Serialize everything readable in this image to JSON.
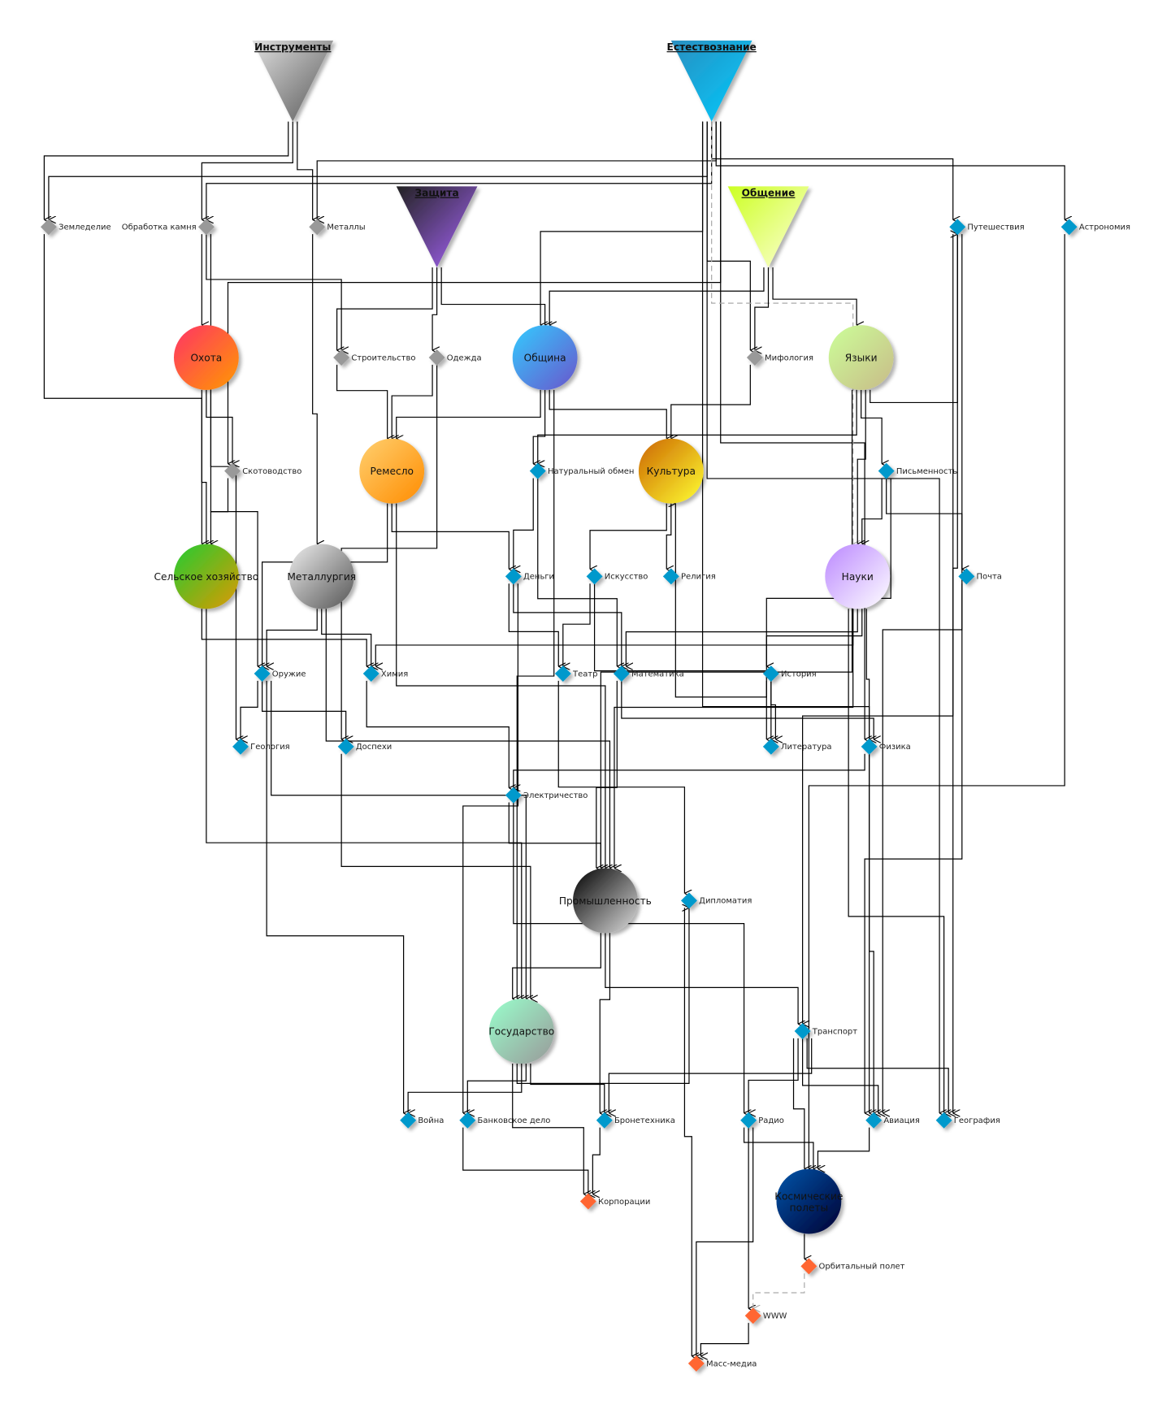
{
  "diagram": {
    "colors": {
      "diamond_gray": "#999999",
      "diamond_blue": "#0099cc",
      "diamond_orange": "#ff6633",
      "edge": "#000000",
      "dashed_edge": "#aaaaaa"
    },
    "nodes": [
      {
        "id": "instrumenty",
        "label": "Инструменты",
        "kind": "triangle",
        "colors": [
          "#e0e0e0",
          "#555555"
        ]
      },
      {
        "id": "estestvoznanie",
        "label": "Естествознание",
        "kind": "triangle",
        "colors": [
          "#2a8fc0",
          "#00ccff"
        ]
      },
      {
        "id": "zashchita",
        "label": "Защита",
        "kind": "triangle",
        "colors": [
          "#222222",
          "#aa66ff"
        ]
      },
      {
        "id": "obshchenie",
        "label": "Общение",
        "kind": "triangle",
        "colors": [
          "#ccff22",
          "#ffffdd"
        ]
      },
      {
        "id": "zemledelie",
        "label": "Земледелие",
        "kind": "diamond",
        "color": "gray"
      },
      {
        "id": "obrabotka",
        "label": "Обработка камня",
        "kind": "diamond",
        "color": "gray"
      },
      {
        "id": "metally",
        "label": "Металлы",
        "kind": "diamond",
        "color": "gray"
      },
      {
        "id": "puteshestviya",
        "label": "Путешествия",
        "kind": "diamond",
        "color": "blue"
      },
      {
        "id": "astronomiya",
        "label": "Астрономия",
        "kind": "diamond",
        "color": "blue"
      },
      {
        "id": "ohota",
        "label": "Охота",
        "kind": "circle",
        "colors": [
          "#ff3366",
          "#ff9900"
        ]
      },
      {
        "id": "stroitelstvo",
        "label": "Строительство",
        "kind": "diamond",
        "color": "gray"
      },
      {
        "id": "odezhda",
        "label": "Одежда",
        "kind": "diamond",
        "color": "gray"
      },
      {
        "id": "obshchina",
        "label": "Община",
        "kind": "circle",
        "colors": [
          "#33ccff",
          "#6a55cc"
        ]
      },
      {
        "id": "mifologiya",
        "label": "Мифология",
        "kind": "diamond",
        "color": "gray"
      },
      {
        "id": "yazyki",
        "label": "Языки",
        "kind": "circle",
        "colors": [
          "#ccff99",
          "#c8bb88"
        ]
      },
      {
        "id": "skotovodstvo",
        "label": "Скотоводство",
        "kind": "diamond",
        "color": "gray"
      },
      {
        "id": "remeslo",
        "label": "Ремесло",
        "kind": "circle",
        "colors": [
          "#ffd070",
          "#ff8c00"
        ]
      },
      {
        "id": "naturalny",
        "label": "Натуральный обмен",
        "kind": "diamond",
        "color": "blue"
      },
      {
        "id": "kultura",
        "label": "Культура",
        "kind": "circle",
        "colors": [
          "#cc6600",
          "#ffff33"
        ]
      },
      {
        "id": "pismennost",
        "label": "Письменность",
        "kind": "diamond",
        "color": "blue"
      },
      {
        "id": "selskoe",
        "label": "Сельское хозяйство",
        "kind": "circle",
        "colors": [
          "#22cc33",
          "#dd9900"
        ]
      },
      {
        "id": "metallurgiya",
        "label": "Металлургия",
        "kind": "circle",
        "colors": [
          "#eeeeee",
          "#555555"
        ]
      },
      {
        "id": "dengi",
        "label": "Деньги",
        "kind": "diamond",
        "color": "blue"
      },
      {
        "id": "iskusstvo",
        "label": "Искусство",
        "kind": "diamond",
        "color": "blue"
      },
      {
        "id": "religiya",
        "label": "Религия",
        "kind": "diamond",
        "color": "blue"
      },
      {
        "id": "nauki",
        "label": "Науки",
        "kind": "circle",
        "colors": [
          "#bb88ff",
          "#ffffff"
        ]
      },
      {
        "id": "pochta",
        "label": "Почта",
        "kind": "diamond",
        "color": "blue"
      },
      {
        "id": "oruzhie",
        "label": "Оружие",
        "kind": "diamond",
        "color": "blue"
      },
      {
        "id": "himiya",
        "label": "Химия",
        "kind": "diamond",
        "color": "blue"
      },
      {
        "id": "teatr",
        "label": "Театр",
        "kind": "diamond",
        "color": "blue"
      },
      {
        "id": "matematika",
        "label": "Математика",
        "kind": "diamond",
        "color": "blue"
      },
      {
        "id": "istoriya",
        "label": "История",
        "kind": "diamond",
        "color": "blue"
      },
      {
        "id": "geologiya",
        "label": "Геология",
        "kind": "diamond",
        "color": "blue"
      },
      {
        "id": "dospehi",
        "label": "Доспехи",
        "kind": "diamond",
        "color": "blue"
      },
      {
        "id": "literatura",
        "label": "Литература",
        "kind": "diamond",
        "color": "blue"
      },
      {
        "id": "fizika",
        "label": "Физика",
        "kind": "diamond",
        "color": "blue"
      },
      {
        "id": "elektrichestvo",
        "label": "Электричество",
        "kind": "diamond",
        "color": "blue"
      },
      {
        "id": "promyshlennost",
        "label": "Промышленность",
        "kind": "circle",
        "colors": [
          "#000000",
          "#dddddd"
        ]
      },
      {
        "id": "diplomatiya",
        "label": "Дипломатия",
        "kind": "diamond",
        "color": "blue"
      },
      {
        "id": "gosudarstvo",
        "label": "Государство",
        "kind": "circle",
        "colors": [
          "#99ffcc",
          "#999999"
        ]
      },
      {
        "id": "transport",
        "label": "Транспорт",
        "kind": "diamond",
        "color": "blue"
      },
      {
        "id": "voyna",
        "label": "Война",
        "kind": "diamond",
        "color": "blue"
      },
      {
        "id": "bankovskoe",
        "label": "Банковское дело",
        "kind": "diamond",
        "color": "blue"
      },
      {
        "id": "bronetehnika",
        "label": "Бронетехника",
        "kind": "diamond",
        "color": "blue"
      },
      {
        "id": "radio",
        "label": "Радио",
        "kind": "diamond",
        "color": "blue"
      },
      {
        "id": "aviatsiya",
        "label": "Авиация",
        "kind": "diamond",
        "color": "blue"
      },
      {
        "id": "geografiya",
        "label": "География",
        "kind": "diamond",
        "color": "blue"
      },
      {
        "id": "korporatsii",
        "label": "Корпорации",
        "kind": "diamond",
        "color": "orange"
      },
      {
        "id": "kosmicheskie",
        "label": "Космические полеты",
        "kind": "circle",
        "colors": [
          "#0055aa",
          "#000033"
        ],
        "light_text": true
      },
      {
        "id": "orbitalny",
        "label": "Орбитальный полет",
        "kind": "diamond",
        "color": "orange"
      },
      {
        "id": "www",
        "label": "WWW",
        "kind": "diamond",
        "color": "orange"
      },
      {
        "id": "massmedia",
        "label": "Масс-медиа",
        "kind": "diamond",
        "color": "orange"
      }
    ],
    "edges": [
      [
        "instrumenty",
        "zemledelie"
      ],
      [
        "instrumenty",
        "obrabotka"
      ],
      [
        "instrumenty",
        "metally"
      ],
      [
        "estestvoznanie",
        "zemledelie"
      ],
      [
        "estestvoznanie",
        "obrabotka"
      ],
      [
        "estestvoznanie",
        "metally"
      ],
      [
        "estestvoznanie",
        "skotovodstvo"
      ],
      [
        "estestvoznanie",
        "obshchina"
      ],
      [
        "estestvoznanie",
        "mifologiya"
      ],
      [
        "estestvoznanie",
        "puteshestviya"
      ],
      [
        "estestvoznanie",
        "astronomiya"
      ],
      [
        "estestvoznanie",
        "fizika"
      ],
      [
        "estestvoznanie",
        "aviatsiya"
      ],
      [
        "estestvoznanie",
        "geografiya"
      ],
      [
        "estestvoznanie",
        "nauki",
        "dashed"
      ],
      [
        "zashchita",
        "stroitelstvo"
      ],
      [
        "zashchita",
        "odezhda"
      ],
      [
        "zashchita",
        "obshchina"
      ],
      [
        "obshchenie",
        "obshchina"
      ],
      [
        "obshchenie",
        "mifologiya"
      ],
      [
        "obshchenie",
        "yazyki"
      ],
      [
        "obrabotka",
        "ohota"
      ],
      [
        "obrabotka",
        "stroitelstvo"
      ],
      [
        "obrabotka",
        "geologiya"
      ],
      [
        "zemledelie",
        "selskoe"
      ],
      [
        "ohota",
        "selskoe"
      ],
      [
        "ohota",
        "skotovodstvo"
      ],
      [
        "ohota",
        "oruzhie"
      ],
      [
        "skotovodstvo",
        "selskoe"
      ],
      [
        "metally",
        "metallurgiya"
      ],
      [
        "stroitelstvo",
        "remeslo"
      ],
      [
        "odezhda",
        "remeslo"
      ],
      [
        "odezhda",
        "dospehi"
      ],
      [
        "obshchina",
        "remeslo"
      ],
      [
        "obshchina",
        "naturalny"
      ],
      [
        "obshchina",
        "kultura"
      ],
      [
        "obshchina",
        "gosudarstvo"
      ],
      [
        "mifologiya",
        "kultura"
      ],
      [
        "yazyki",
        "naturalny"
      ],
      [
        "yazyki",
        "pismennost"
      ],
      [
        "yazyki",
        "nauki"
      ],
      [
        "yazyki",
        "puteshestviya"
      ],
      [
        "yazyki",
        "promyshlennost"
      ],
      [
        "remeslo",
        "oruzhie"
      ],
      [
        "remeslo",
        "dengi"
      ],
      [
        "remeslo",
        "promyshlennost"
      ],
      [
        "naturalny",
        "dengi"
      ],
      [
        "naturalny",
        "matematika"
      ],
      [
        "kultura",
        "iskusstvo"
      ],
      [
        "kultura",
        "religiya"
      ],
      [
        "istoriya",
        "kultura"
      ],
      [
        "pismennost",
        "nauki"
      ],
      [
        "pismennost",
        "pochta"
      ],
      [
        "pismennost",
        "literatura"
      ],
      [
        "selskoe",
        "himiya"
      ],
      [
        "selskoe",
        "gosudarstvo"
      ],
      [
        "metallurgiya",
        "oruzhie"
      ],
      [
        "metallurgiya",
        "himiya"
      ],
      [
        "metallurgiya",
        "promyshlennost"
      ],
      [
        "dengi",
        "teatr"
      ],
      [
        "dengi",
        "matematika"
      ],
      [
        "dengi",
        "bankovskoe"
      ],
      [
        "iskusstvo",
        "teatr"
      ],
      [
        "iskusstvo",
        "literatura"
      ],
      [
        "nauki",
        "himiya"
      ],
      [
        "nauki",
        "matematika"
      ],
      [
        "nauki",
        "istoriya"
      ],
      [
        "nauki",
        "fizika"
      ],
      [
        "nauki",
        "geografiya"
      ],
      [
        "nauki",
        "promyshlennost"
      ],
      [
        "oruzhie",
        "geologiya"
      ],
      [
        "oruzhie",
        "dospehi"
      ],
      [
        "oruzhie",
        "voyna"
      ],
      [
        "oruzhie",
        "gosudarstvo"
      ],
      [
        "himiya",
        "elektrichestvo"
      ],
      [
        "teatr",
        "diplomatiya"
      ],
      [
        "matematika",
        "promyshlennost"
      ],
      [
        "matematika",
        "fizika"
      ],
      [
        "istoriya",
        "literatura"
      ],
      [
        "fizika",
        "elektrichestvo"
      ],
      [
        "fizika",
        "aviatsiya"
      ],
      [
        "elektrichestvo",
        "promyshlennost"
      ],
      [
        "elektrichestvo",
        "radio"
      ],
      [
        "dospehi",
        "gosudarstvo"
      ],
      [
        "promyshlennost",
        "gosudarstvo"
      ],
      [
        "promyshlennost",
        "transport"
      ],
      [
        "promyshlennost",
        "bronetehnika"
      ],
      [
        "gosudarstvo",
        "diplomatiya"
      ],
      [
        "diplomatiya",
        "massmedia"
      ],
      [
        "gosudarstvo",
        "voyna"
      ],
      [
        "gosudarstvo",
        "bankovskoe"
      ],
      [
        "gosudarstvo",
        "bronetehnika"
      ],
      [
        "gosudarstvo",
        "korporatsii"
      ],
      [
        "transport",
        "radio"
      ],
      [
        "transport",
        "aviatsiya"
      ],
      [
        "transport",
        "geografiya"
      ],
      [
        "transport",
        "bronetehnika"
      ],
      [
        "transport",
        "kosmicheskie"
      ],
      [
        "puteshestviya",
        "transport"
      ],
      [
        "puteshestviya",
        "geografiya"
      ],
      [
        "puteshestviya",
        "aviatsiya"
      ],
      [
        "pochta",
        "aviatsiya"
      ],
      [
        "astronomiya",
        "kosmicheskie"
      ],
      [
        "radio",
        "kosmicheskie"
      ],
      [
        "radio",
        "www"
      ],
      [
        "radio",
        "massmedia"
      ],
      [
        "aviatsiya",
        "kosmicheskie"
      ],
      [
        "bankovskoe",
        "korporatsii"
      ],
      [
        "bronetehnika",
        "korporatsii"
      ],
      [
        "kosmicheskie",
        "orbitalny"
      ],
      [
        "orbitalny",
        "www",
        "dashed"
      ],
      [
        "www",
        "massmedia"
      ]
    ]
  }
}
